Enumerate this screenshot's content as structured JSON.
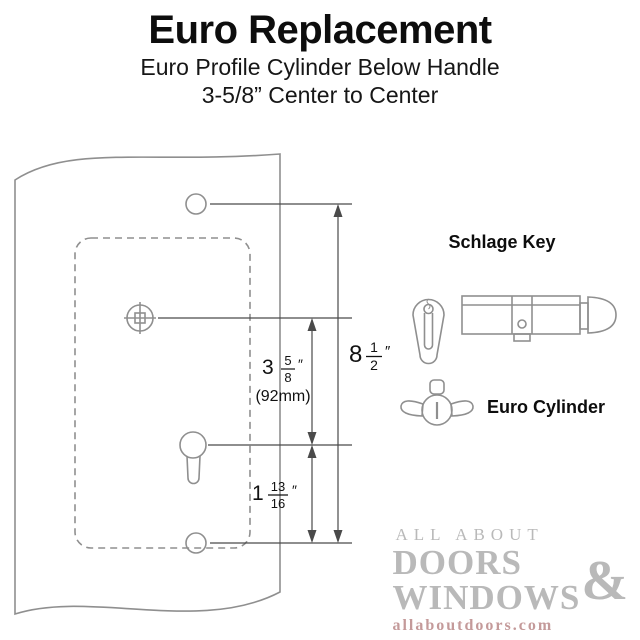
{
  "header": {
    "title": "Euro Replacement",
    "subtitle1": "Euro Profile Cylinder Below Handle",
    "subtitle2": "3-5/8” Center to Center"
  },
  "diagram": {
    "labels": {
      "schlage_key": "Schlage Key",
      "euro_cylinder": "Euro Cylinder"
    },
    "dimensions": {
      "overall": {
        "whole": "8",
        "numerator": "1",
        "denominator": "2",
        "unit": "″"
      },
      "handle_to_cylinder": {
        "whole": "3",
        "numerator": "5",
        "denominator": "8",
        "unit": "″",
        "metric": "(92mm)"
      },
      "cylinder_to_bottom": {
        "whole": "1",
        "numerator": "13",
        "denominator": "16",
        "unit": "″"
      }
    }
  },
  "watermark": {
    "line1": "ALL ABOUT",
    "line2": "DOORS",
    "ampersand": "&",
    "line3": "WINDOWS",
    "url": "allaboutdoors.com"
  },
  "colors": {
    "drawing_stroke": "#8f8f8f",
    "dimension_stroke": "#4a4a4a",
    "dimension_text": "#111111",
    "watermark_gray": "#b9b9b9",
    "watermark_url": "#c49a9a"
  }
}
